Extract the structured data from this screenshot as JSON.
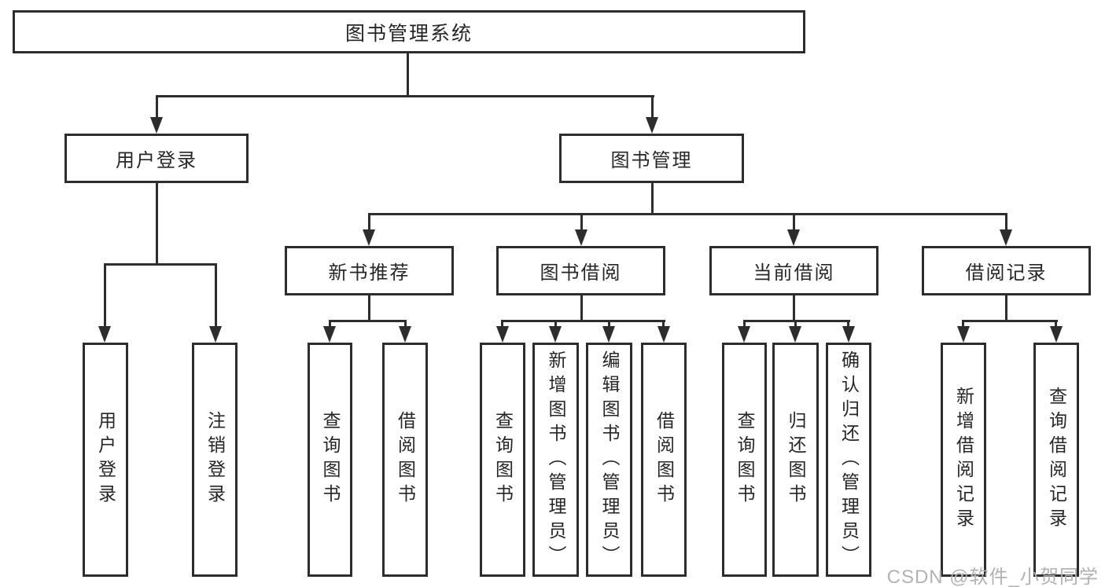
{
  "diagram": {
    "root": {
      "label": "图书管理系统"
    },
    "user_login": {
      "label": "用户登录",
      "children": [
        {
          "label": "用户登录"
        },
        {
          "label": "注销登录"
        }
      ]
    },
    "book_mgmt": {
      "label": "图书管理",
      "sections": [
        {
          "label": "新书推荐",
          "children": [
            {
              "label": "查询图书"
            },
            {
              "label": "借阅图书"
            }
          ]
        },
        {
          "label": "图书借阅",
          "children": [
            {
              "label": "查询图书"
            },
            {
              "label": "新增图书（管理员）"
            },
            {
              "label": "编辑图书（管理员）"
            },
            {
              "label": "借阅图书"
            }
          ]
        },
        {
          "label": "当前借阅",
          "children": [
            {
              "label": "查询图书"
            },
            {
              "label": "归还图书"
            },
            {
              "label": "确认归还（管理员）"
            }
          ]
        },
        {
          "label": "借阅记录",
          "children": [
            {
              "label": "新增借阅记录"
            },
            {
              "label": "查询借阅记录"
            }
          ]
        }
      ]
    }
  },
  "watermark": {
    "text": "CSDN @软件_小贺同学"
  },
  "colors": {
    "line": "#2d2d2d",
    "text": "#262626",
    "watermark": "#b2b2b2",
    "background": "#ffffff"
  }
}
